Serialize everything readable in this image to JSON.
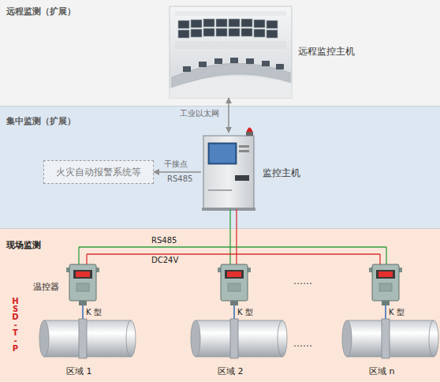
{
  "diagram": {
    "nodes": [
      {
        "text": [
          "远程监测（扩展）"
        ]
      },
      {
        "text": [
          "远程监控主机"
        ],
        "in": 0
      },
      {
        "text": [
          "集中监测（扩展）"
        ]
      },
      {
        "text": [
          "火灾自动报警系统等"
        ],
        "in": 2
      },
      {
        "text": [
          "监控主机"
        ],
        "in": 2
      },
      {
        "text": [
          "现场监测"
        ]
      }
    ],
    "edges": [
      {
        "from": 1,
        "to": 4,
        "arrow": "both",
        "label": "工业以太网"
      },
      {
        "from": 4,
        "to": 3,
        "arrow": "to",
        "label": "干接点"
      }
    ],
    "labels": [
      "RS485",
      "RS485",
      "DC24V",
      "温控器",
      "K 型",
      "K 型",
      "K 型",
      "……",
      "……",
      "区域 1",
      "区域 2",
      "区域 n",
      "HSD-T-P"
    ]
  }
}
